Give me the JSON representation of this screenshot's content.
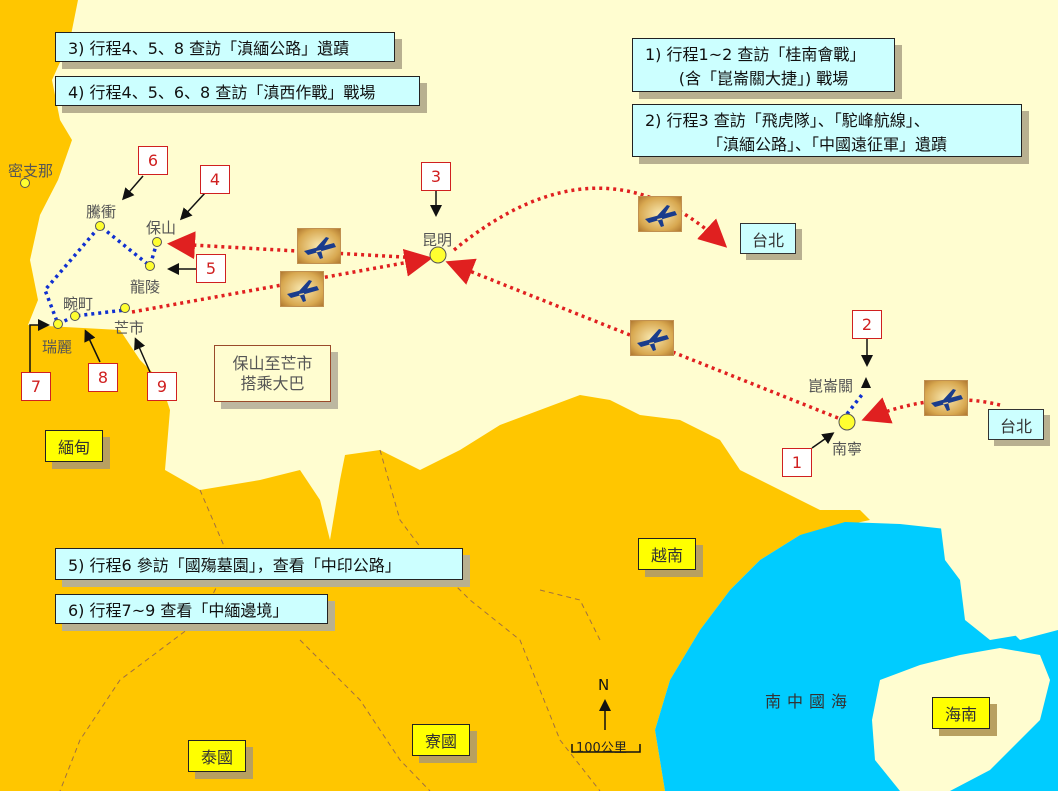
{
  "colors": {
    "land_china": "#FFFDD0",
    "land_other": "#FFC600",
    "sea": "#00CCFF",
    "flight_route": "#E02020",
    "ground_route": "#1030D0",
    "city_dot": "#FFFF30"
  },
  "itinerary_notes": [
    {
      "line1": "1)  行程1~2 查訪「桂南會戰」",
      "line2": "(含「崑崙關大捷」) 戰場"
    },
    {
      "line1": "2)  行程3  查訪「飛虎隊」、「駝峰航線」、",
      "line2": "「滇緬公路」、「中國遠征軍」遺蹟"
    },
    {
      "line1": "3)  行程4、5、8  查訪「滇緬公路」遺蹟"
    },
    {
      "line1": "4)  行程4、5、6、8  查訪「滇西作戰」戰場"
    },
    {
      "line1": "5)  行程6  參訪「國殤墓園」，查看「中印公路」"
    },
    {
      "line1": "6)  行程7~9  查看「中緬邊境」"
    }
  ],
  "countries": [
    "緬甸",
    "越南",
    "泰國",
    "寮國",
    "海南"
  ],
  "taipei": "台北",
  "bus_note": {
    "line1": "保山至芒市",
    "line2": "搭乘大巴"
  },
  "cities": {
    "kunming": "昆明",
    "nanning": "南寧",
    "kunlunguan": "崑崙關",
    "baoshan": "保山",
    "longling": "龍陵",
    "tengchong": "騰衝",
    "wanding": "畹町",
    "ruili": "瑞麗",
    "mangshi": "芒市",
    "myitkyina": "密支那"
  },
  "stops": [
    "1",
    "2",
    "3",
    "4",
    "5",
    "6",
    "7",
    "8",
    "9"
  ],
  "sea_label": "南中國海",
  "compass": "N",
  "scale": "100公里",
  "icons": [
    "airplane-icon",
    "north-arrow-icon"
  ]
}
